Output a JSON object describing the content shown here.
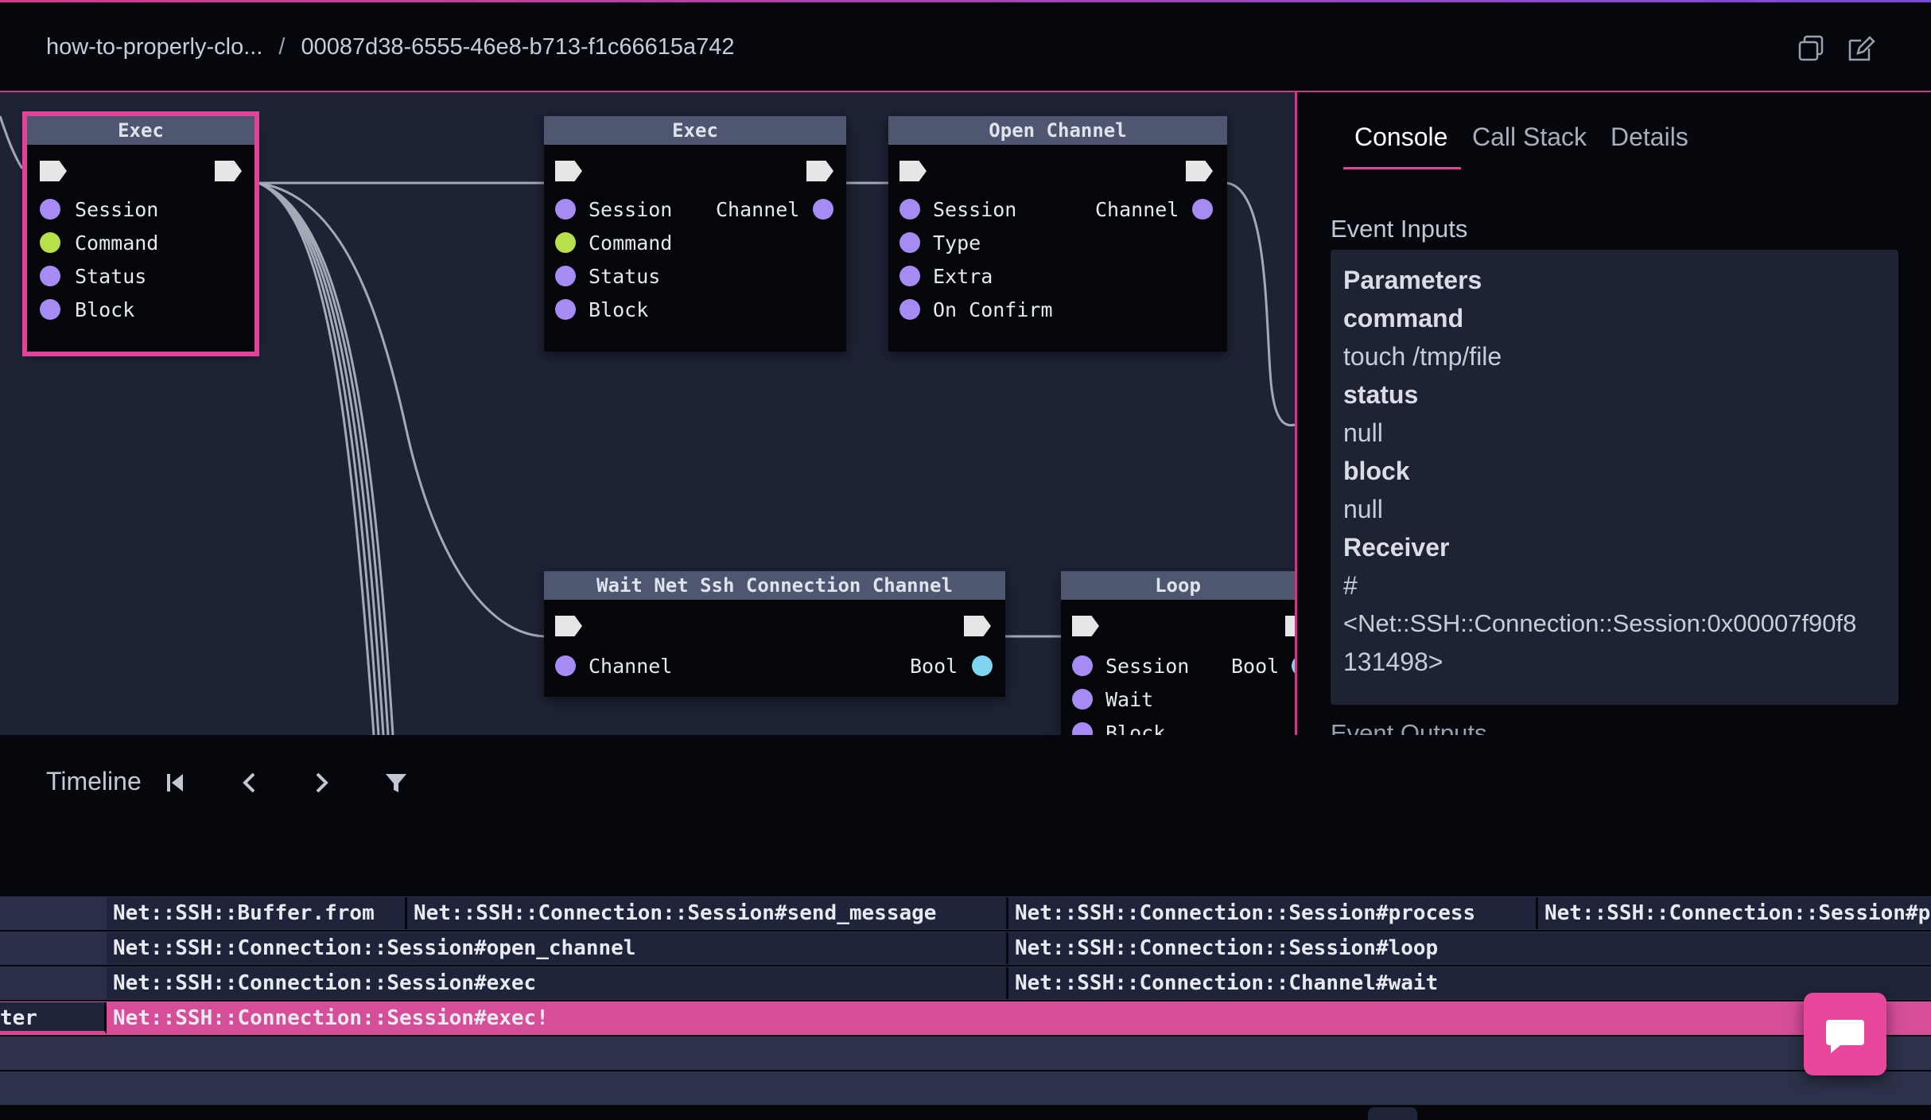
{
  "header": {
    "breadcrumb_project": "how-to-properly-clo...",
    "breadcrumb_separator": "/",
    "breadcrumb_id": "00087d38-6555-46e8-b713-f1c66615a742",
    "icons": [
      "copy-icon",
      "edit-icon"
    ]
  },
  "nodes": {
    "exec1": {
      "title": "Exec",
      "inputs": [
        "Session",
        "Command",
        "Status",
        "Block"
      ]
    },
    "exec2": {
      "title": "Exec",
      "inputs": [
        "Session",
        "Command",
        "Status",
        "Block"
      ],
      "outputs": [
        "Channel"
      ]
    },
    "open_channel": {
      "title": "Open Channel",
      "inputs": [
        "Session",
        "Type",
        "Extra",
        "On Confirm"
      ],
      "outputs": [
        "Channel"
      ]
    },
    "wait": {
      "title": "Wait Net Ssh Connection Channel",
      "inputs": [
        "Channel"
      ],
      "outputs": [
        "Bool"
      ]
    },
    "loop": {
      "title": "Loop",
      "inputs": [
        "Session",
        "Wait",
        "Block"
      ],
      "outputs": [
        "Bool"
      ]
    }
  },
  "panel": {
    "tabs": [
      "Console",
      "Call Stack",
      "Details"
    ],
    "active_tab": "Console",
    "event_inputs_label": "Event Inputs",
    "params": [
      {
        "text": "Parameters",
        "bold": true
      },
      {
        "text": "command",
        "bold": true
      },
      {
        "text": "touch /tmp/file",
        "bold": false
      },
      {
        "text": "status",
        "bold": true
      },
      {
        "text": "null",
        "bold": false
      },
      {
        "text": "block",
        "bold": true
      },
      {
        "text": "null",
        "bold": false
      },
      {
        "text": "Receiver",
        "bold": true
      },
      {
        "text": "#",
        "bold": false
      },
      {
        "text": "<Net::SSH::Connection::Session:0x00007f90f8",
        "bold": false
      },
      {
        "text": "131498>",
        "bold": false
      }
    ],
    "event_outputs_label": "Event Outputs"
  },
  "timeline": {
    "label": "Timeline",
    "controls": [
      "skip-start-icon",
      "chevron-left-icon",
      "chevron-right-icon",
      "filter-icon"
    ],
    "rows": [
      [
        "Net::SSH::Buffer.from",
        "Net::SSH::Connection::Session#send_message",
        "Net::SSH::Connection::Session#process",
        "Net::SSH::Connection::Session#p"
      ],
      [
        "Net::SSH::Connection::Session#open_channel",
        "Net::SSH::Connection::Session#loop"
      ],
      [
        "Net::SSH::Connection::Session#exec",
        "Net::SSH::Connection::Channel#wait"
      ],
      [
        "ter",
        "Net::SSH::Connection::Session#exec!"
      ]
    ]
  },
  "colors": {
    "accent": "#e04498",
    "canvas": "#1d2235",
    "node_header": "#4e5670",
    "pin_purple": "#a78bf5",
    "pin_green": "#b8e04a",
    "pin_cyan": "#7fd4f0"
  }
}
